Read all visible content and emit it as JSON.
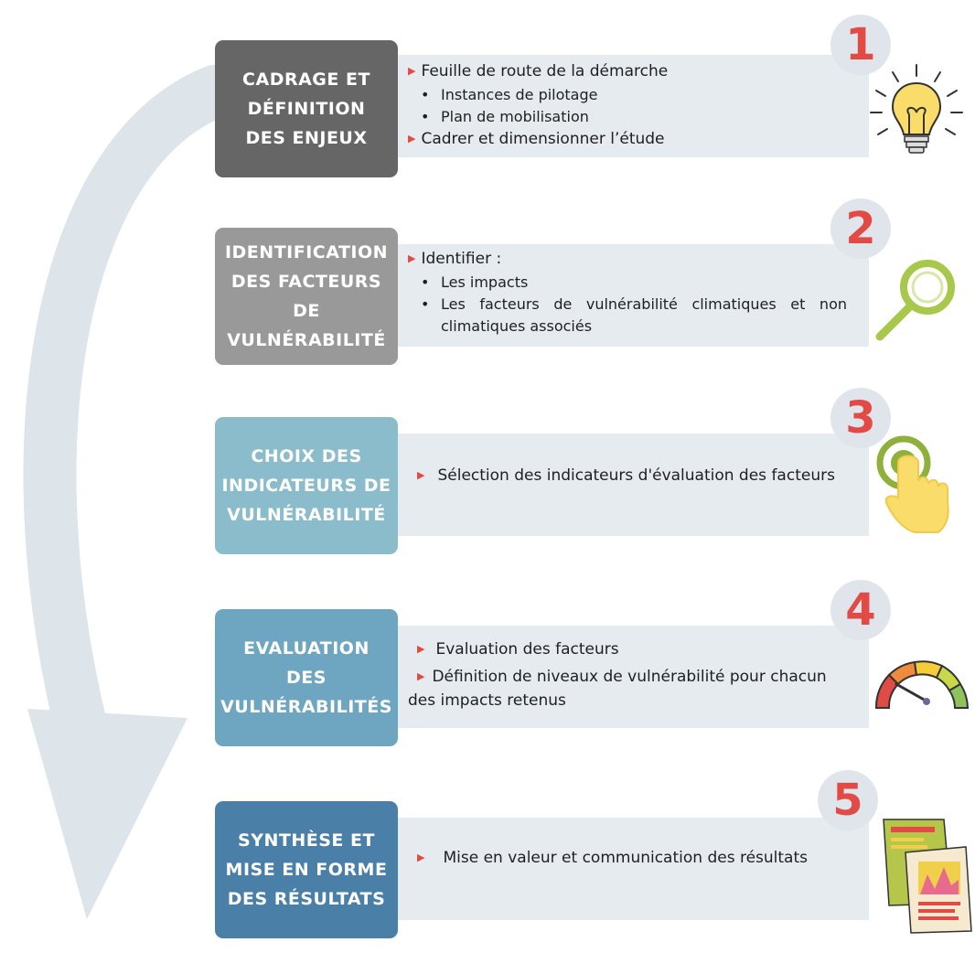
{
  "colors": {
    "panel": "#e6ebf0",
    "arrow": "#dde4ea",
    "badge": "#e24b45",
    "badge_bg": "#dfe5eb",
    "triangle": "#e24b45"
  },
  "steps": [
    {
      "number": "1",
      "title": "CADRAGE ET\nDÉFINITION\nDES ENJEUX",
      "title_color": "#666666",
      "icon": "lightbulb-icon",
      "items": [
        {
          "type": "arrow",
          "text": "Feuille de route de la démarche"
        },
        {
          "type": "bullet",
          "text": "Instances de pilotage"
        },
        {
          "type": "bullet",
          "text": "Plan de mobilisation"
        },
        {
          "type": "arrow",
          "text": "Cadrer et dimensionner l’étude"
        }
      ]
    },
    {
      "number": "2",
      "title": "IDENTIFICATION\nDES FACTEURS\nDE\nVULNÉRABILITÉ",
      "title_color": "#999999",
      "icon": "magnifier-icon",
      "items": [
        {
          "type": "arrow",
          "text": "Identifier :"
        },
        {
          "type": "bullet",
          "text": "Les impacts"
        },
        {
          "type": "bullet",
          "text": "Les facteurs de vulnérabilité climatiques et non climatiques associés"
        }
      ]
    },
    {
      "number": "3",
      "title": "CHOIX DES\nINDICATEURS DE\nVULNÉRABILITÉ",
      "title_color": "#8bbccc",
      "icon": "hand-pointer-icon",
      "items": [
        {
          "type": "arrow",
          "text": "Sélection des indicateurs d'évaluation des facteurs"
        }
      ]
    },
    {
      "number": "4",
      "title": "EVALUATION\nDES\nVULNÉRABILITÉS",
      "title_color": "#6ea6c1",
      "icon": "gauge-icon",
      "items": [
        {
          "type": "arrow",
          "text": "Evaluation des facteurs"
        },
        {
          "type": "arrow",
          "text": "Définition de niveaux de vulnérabilité pour chacun des impacts retenus"
        }
      ]
    },
    {
      "number": "5",
      "title": "SYNTHÈSE ET\nMISE EN FORME\nDES RÉSULTATS",
      "title_color": "#4a7fa8",
      "icon": "report-icon",
      "items": [
        {
          "type": "arrow",
          "text": "Mise en valeur et communication des résultats"
        }
      ]
    }
  ]
}
